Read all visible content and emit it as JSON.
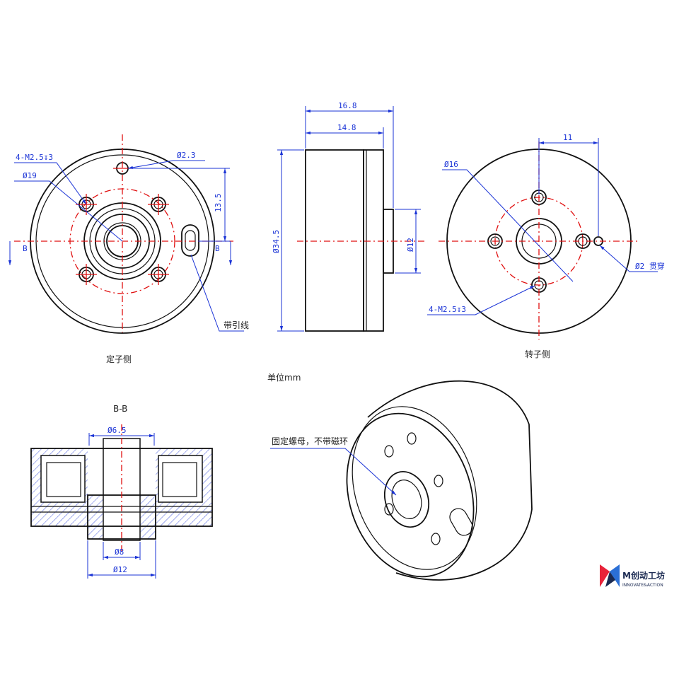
{
  "views": {
    "stator": {
      "title": "定子侧",
      "hole_callout": "4-M2.5↧3",
      "bolt_circle": "Ø19",
      "small_hole": "Ø2.3",
      "offset": "13.5",
      "section_mark": "B",
      "lead_label": "带引线"
    },
    "side": {
      "overall_len": "16.8",
      "body_len": "14.8",
      "diameter": "Ø34.5",
      "hub": "Ø12"
    },
    "rotor": {
      "title": "转子侧",
      "bolt_circle": "Ø16",
      "offset": "11",
      "through_hole": "Ø2 贯穿",
      "hole_callout": "4-M2.5↧3"
    },
    "section": {
      "title": "B-B",
      "bore": "Ø6.5",
      "inner": "Ø8",
      "outer": "Ø12"
    },
    "iso": {
      "note": "固定螺母，不带磁环"
    }
  },
  "unit_note": "单位mm",
  "brand": {
    "name": "M创动工坊",
    "sub": "INNOVATE&ACTION",
    "colors": [
      "#e8233a",
      "#2b6fd6",
      "#1b2a52"
    ]
  }
}
